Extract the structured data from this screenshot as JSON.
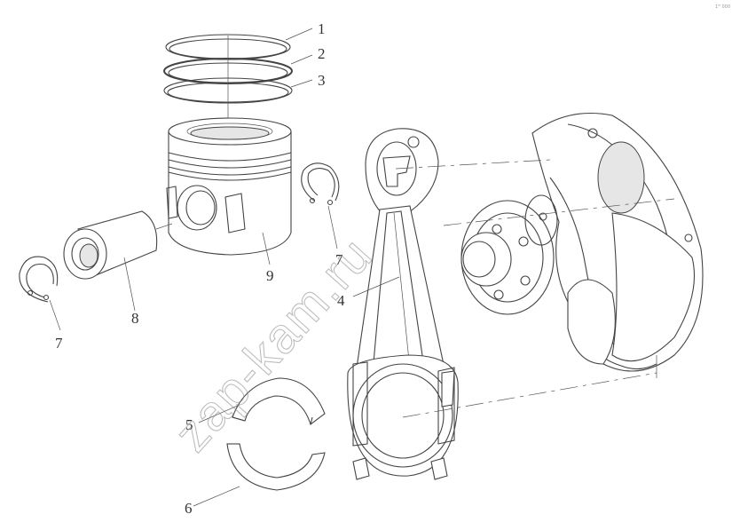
{
  "diagram": {
    "callouts": {
      "c1": "1",
      "c2": "2",
      "c3": "3",
      "c4": "4",
      "c5": "5",
      "c6": "6",
      "c7a": "7",
      "c7b": "7",
      "c8": "8",
      "c9": "9"
    },
    "watermark": "zap-kam.ru",
    "corner_mark": "1ᴹ 000"
  }
}
